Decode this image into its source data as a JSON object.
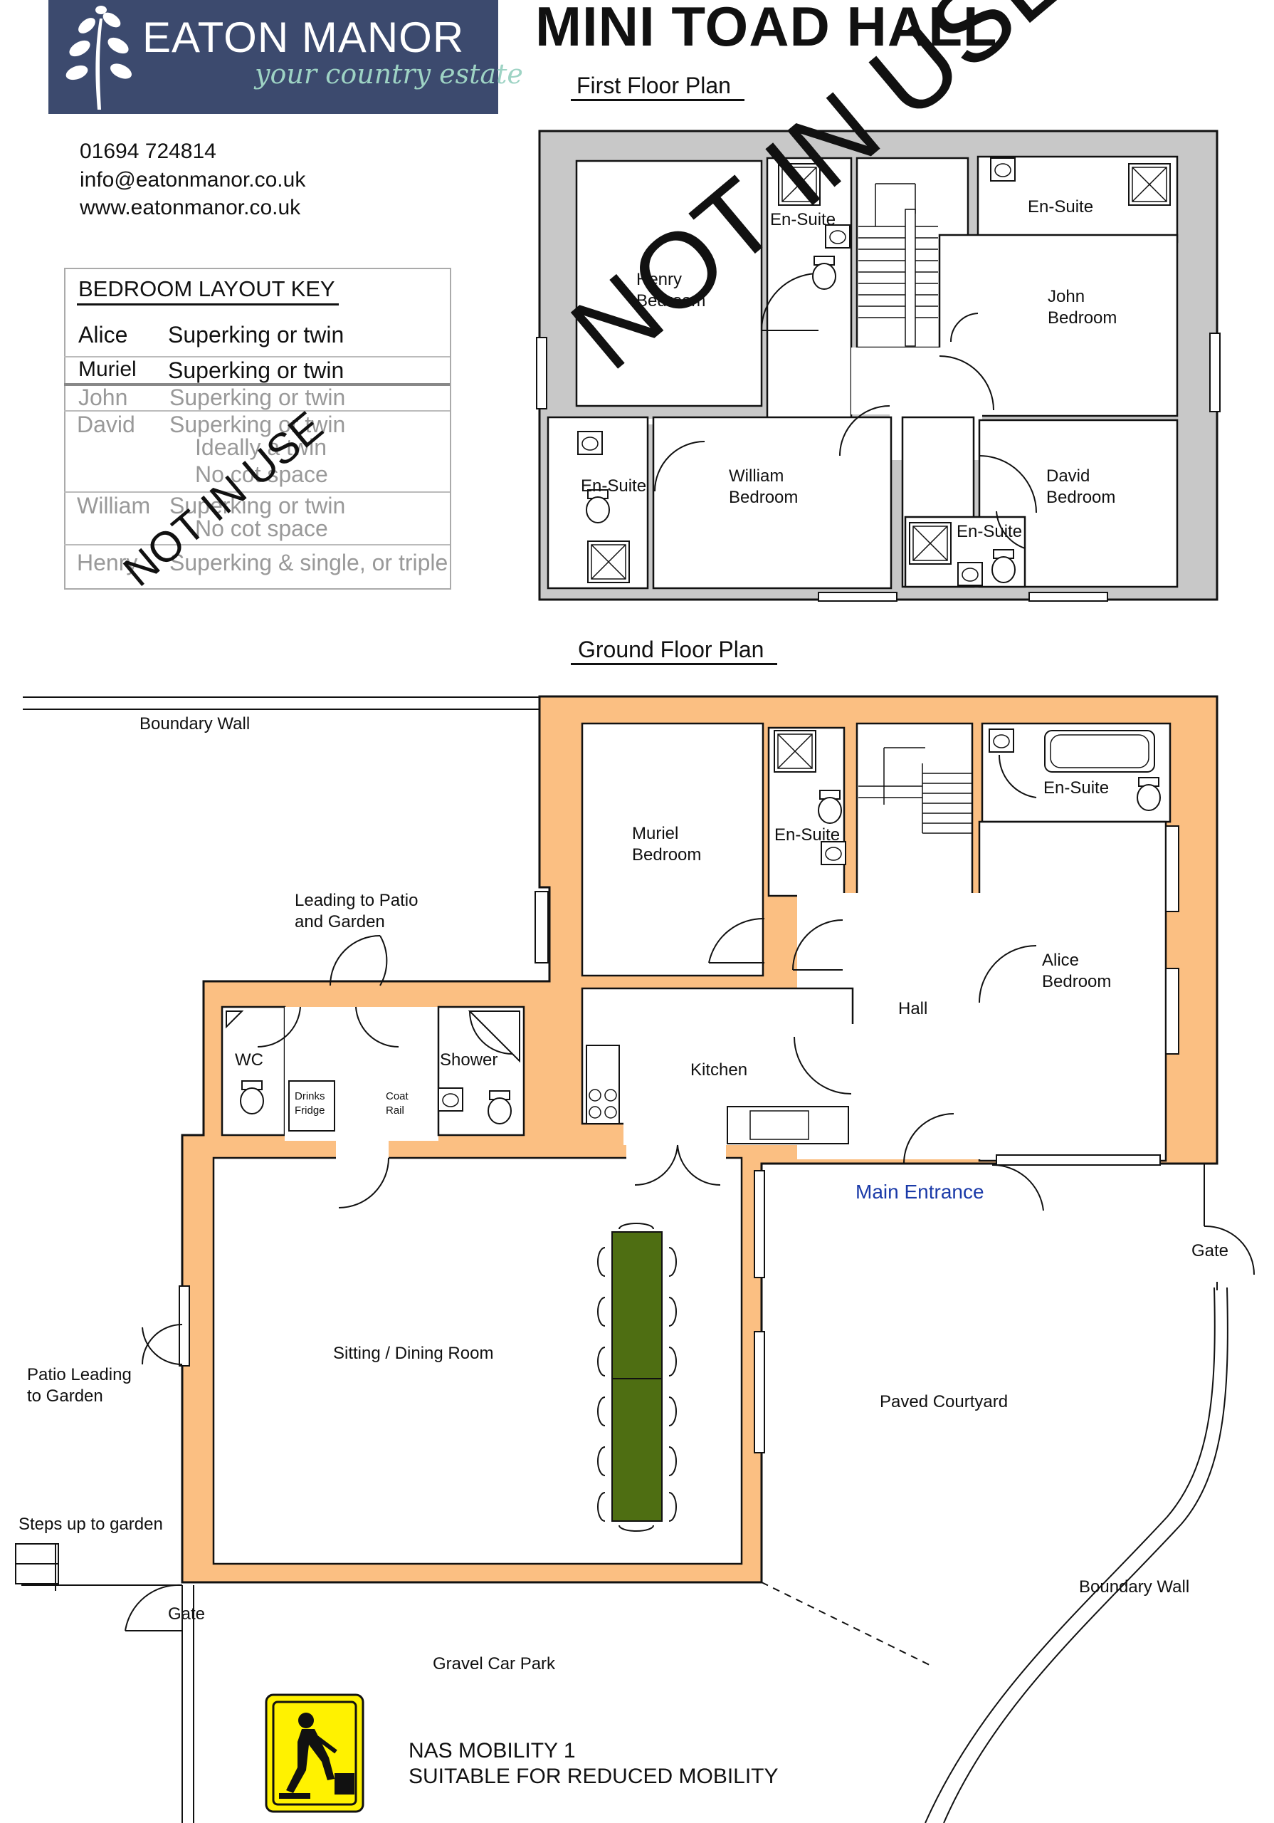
{
  "header": {
    "brand": "EATON MANOR",
    "tagline": "your country estate",
    "title": "MINI TOAD HALL"
  },
  "contact": {
    "phone": "01694 724814",
    "email": "info@eatonmanor.co.uk",
    "web": "www.eatonmanor.co.uk"
  },
  "key": {
    "title": "BEDROOM LAYOUT KEY",
    "rows": [
      {
        "name": "Alice",
        "desc": "Superking or twin"
      },
      {
        "name": "Muriel",
        "desc": "Superking or twin"
      },
      {
        "name": "John",
        "desc": "Superking or twin"
      },
      {
        "name": "David",
        "desc": "Superking or twin",
        "note1": "Ideally a twin",
        "note2": "No cot space"
      },
      {
        "name": "William",
        "desc": "Superking or twin",
        "note1": "No cot space"
      },
      {
        "name": "Henry",
        "desc": "Superking & single, or triple"
      }
    ],
    "stamp": "NOT IN USE"
  },
  "first_floor": {
    "title": "First Floor Plan",
    "stamp": "NOT IN USE",
    "rooms": {
      "henry": [
        "Henry",
        "Bedroom"
      ],
      "john": [
        "John",
        "Bedroom"
      ],
      "william": [
        "William",
        "Bedroom"
      ],
      "david": [
        "David",
        "Bedroom"
      ],
      "ensuite": "En-Suite"
    }
  },
  "ground_floor": {
    "title": "Ground Floor Plan",
    "boundary_wall": "Boundary Wall",
    "patio_top": [
      "Leading to Patio",
      "and Garden"
    ],
    "muriel": [
      "Muriel",
      "Bedroom"
    ],
    "alice": [
      "Alice",
      "Bedroom"
    ],
    "ensuite": "En-Suite",
    "hall": "Hall",
    "kitchen": "Kitchen",
    "wc": "WC",
    "shower": "Shower",
    "drinks_fridge": [
      "Drinks",
      "Fridge"
    ],
    "coat_rail": [
      "Coat",
      "Rail"
    ],
    "main_entrance": "Main Entrance",
    "gate": "Gate",
    "sitting": "Sitting / Dining Room",
    "patio_left": [
      "Patio Leading",
      "to Garden"
    ],
    "paved": "Paved Courtyard",
    "steps": "Steps up to garden",
    "gravel": "Gravel Car Park"
  },
  "mobility": {
    "line1": "NAS MOBILITY 1",
    "line2": "SUITABLE FOR REDUCED MOBILITY",
    "icon": "mobility-icon"
  },
  "colors": {
    "brand_bg": "#3c4a6e",
    "wall_ground": "#fbbf82",
    "wall_first": "#c8c8c8",
    "table": "#4e6e12",
    "entrance_text": "#1a3aa8",
    "sign_yellow": "#fff200"
  }
}
